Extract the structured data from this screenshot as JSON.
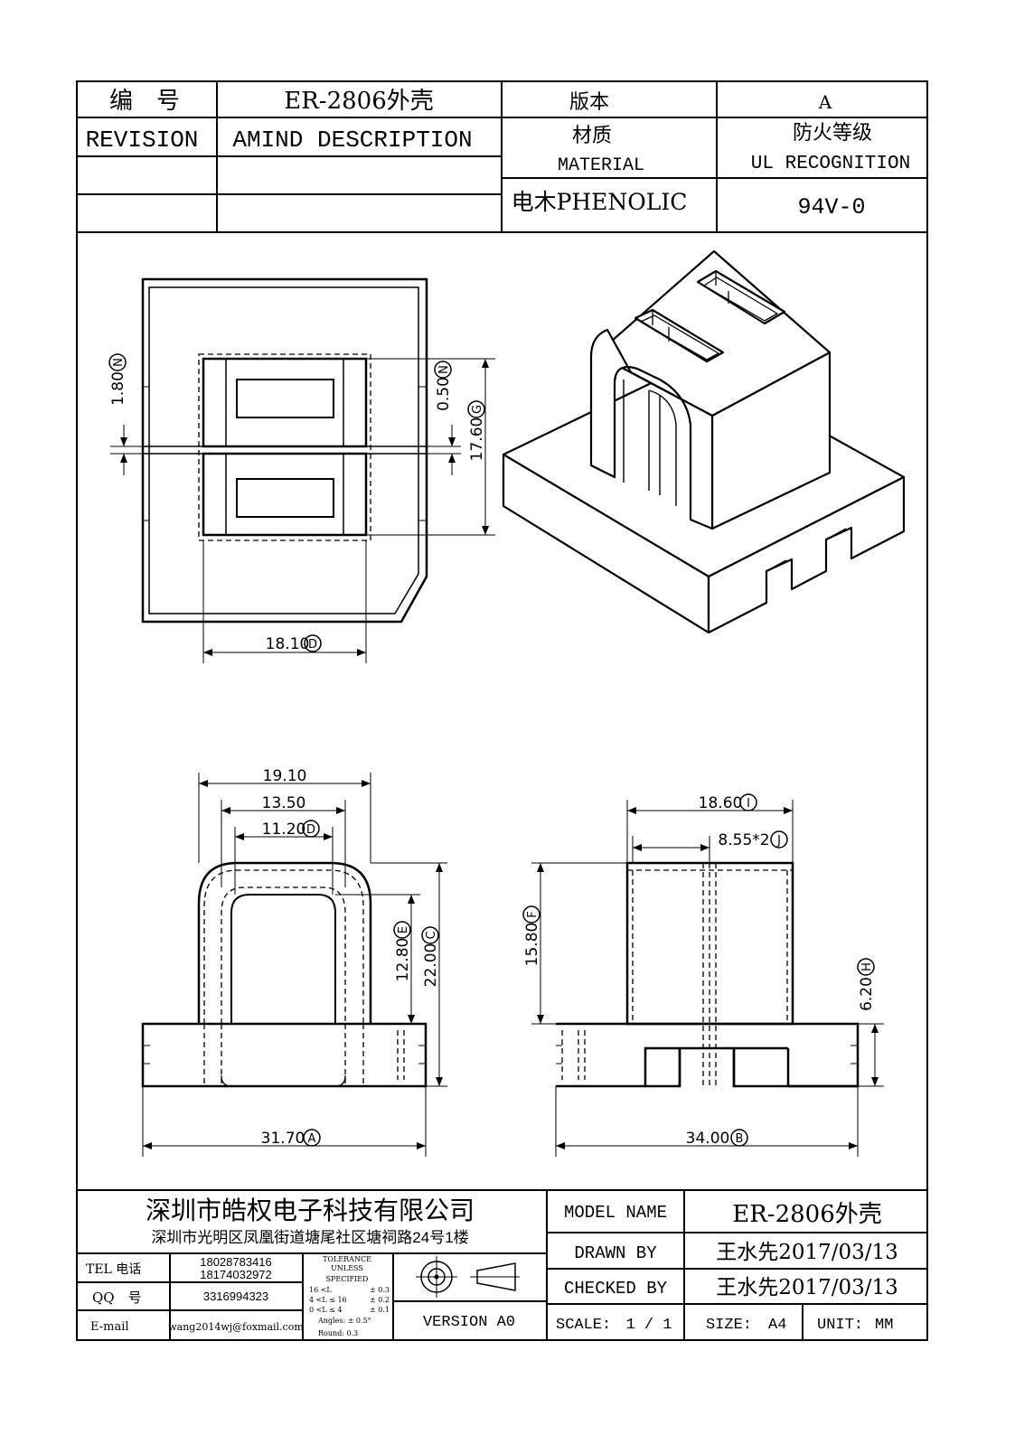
{
  "header": {
    "number_label": "编　号",
    "part_name": "ER-2806外壳",
    "version_label": "版本",
    "version_value": "A",
    "revision_label": "REVISION",
    "amind_label": "AMIND DESCRIPTION",
    "material_label_cn": "材质",
    "material_label_en": "MATERIAL",
    "ul_label_cn": "防火等级",
    "ul_label_en": "UL RECOGNITION",
    "material_value": "电木PHENOLIC",
    "ul_value": "94V-0"
  },
  "dimensions": {
    "top_view": {
      "d_180": "1.80",
      "d_050": "0.50",
      "d_1760": "17.60",
      "d_1810": "18.10",
      "badge_n1": "N",
      "badge_n2": "N",
      "badge_g": "G",
      "badge_d": "D"
    },
    "front_view": {
      "d_1910": "19.10",
      "d_1350": "13.50",
      "d_1120": "11.20",
      "d_1280": "12.80",
      "d_2200": "22.00",
      "d_3170": "31.70",
      "badge_d": "D",
      "badge_e": "E",
      "badge_c": "C",
      "badge_a": "A"
    },
    "side_view": {
      "d_1860": "18.60",
      "d_855": "8.55*2",
      "d_1580": "15.80",
      "d_620": "6.20",
      "d_3400": "34.00",
      "badge_i": "I",
      "badge_j": "J",
      "badge_f": "F",
      "badge_h": "H",
      "badge_b": "B"
    }
  },
  "title_block": {
    "company": "深圳市皓权电子科技有限公司",
    "address": "深圳市光明区凤凰街道塘尾社区塘祠路24号1楼",
    "tel_label": "TEL 电话",
    "tel_1": "18028783416",
    "tel_2": "18174032972",
    "qq_label": "QQ　号",
    "qq_value": "3316994323",
    "email_label": "E-mail",
    "email_value": "wang2014wj@foxmail.com",
    "tolerance": {
      "title_1": "TOLERANCE",
      "title_2": "UNLESS",
      "title_3": "SPECIFIED",
      "row_1_range": "16 <L",
      "row_1_tol": "± 0.3",
      "row_2_range": "4 <L ≤ 16",
      "row_2_tol": "± 0.2",
      "row_3_range": "0 <L ≤ 4",
      "row_3_tol": "± 0.1",
      "angles": "Angles: ± 0.5°",
      "round": "Round: 0.3"
    },
    "version": "VERSION A0",
    "model_name_label": "MODEL NAME",
    "model_name_value": "ER-2806外壳",
    "drawn_by_label": "DRAWN BY",
    "drawn_by_value": "王水先2017/03/13",
    "checked_by_label": "CHECKED BY",
    "checked_by_value": "王水先2017/03/13",
    "scale_label": "SCALE:",
    "scale_value": "1 / 1",
    "size_label": "SIZE:",
    "size_value": "A4",
    "unit_label": "UNIT:",
    "unit_value": "MM"
  }
}
